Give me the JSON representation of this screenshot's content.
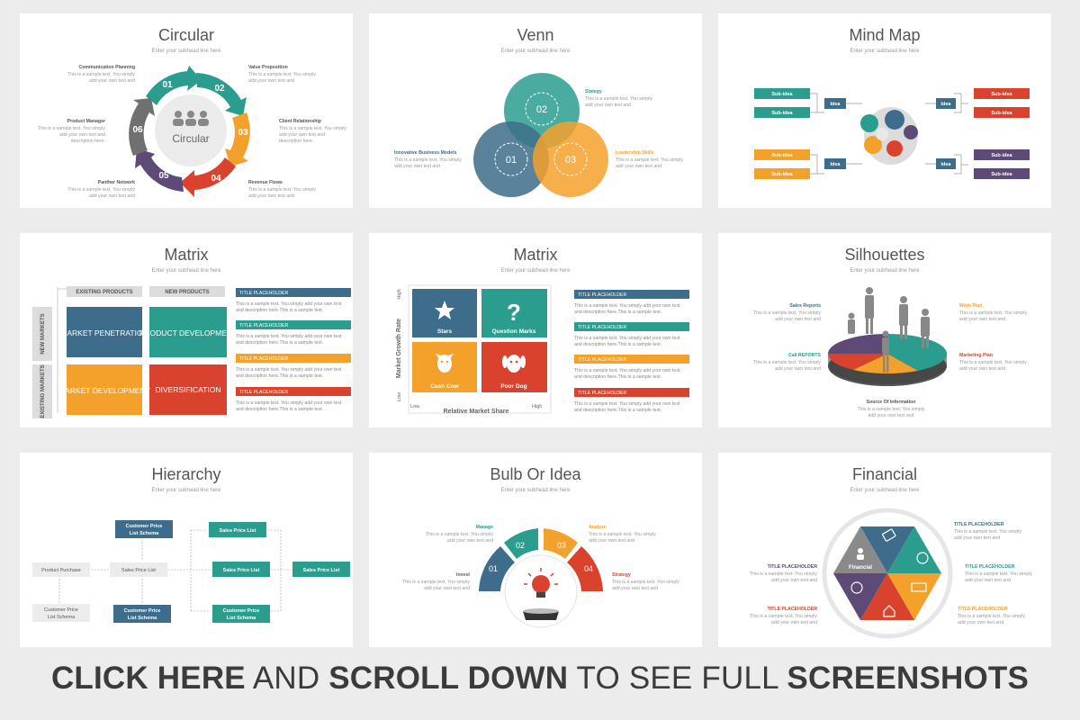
{
  "subhead": "Enter your subhead line here",
  "sample": "This is a sample text. You simply add your own text and description here.",
  "sample_line1": "This is a sample text. You simply",
  "sample_line2": "add your own text and",
  "sample_line3": "description here.",
  "colors": {
    "teal": "#2a9d8f",
    "blue": "#3d6d8a",
    "orange": "#f4a12c",
    "red": "#d9432e",
    "purple": "#5e4a76",
    "gray": "#8a8a8a",
    "text": "#555555"
  },
  "circular": {
    "title": "Circular",
    "center": "Circular",
    "steps": [
      "01",
      "02",
      "03",
      "04",
      "05",
      "06"
    ],
    "labels": [
      "Communication Planning",
      "Value Proposition",
      "Client Relationship",
      "Revenue Flows",
      "Panther Network",
      "Product Manager"
    ]
  },
  "venn": {
    "title": "Venn",
    "circles": [
      "02",
      "01",
      "03"
    ],
    "labels": [
      "Stategy",
      "Innovative Business Models",
      "Leadership Skills"
    ]
  },
  "mindmap": {
    "title": "Mind Map",
    "sub": "Sub-idea",
    "idea": "Idea"
  },
  "matrix1": {
    "title": "Matrix",
    "col_headers": [
      "EXISTING PRODUCTS",
      "NEW PRODUCTS"
    ],
    "row_headers": [
      "NEW MARKETS",
      "EXISTING MARKETS"
    ],
    "cells": [
      "MARKET PENETRATION",
      "PRODUCT DEVELOPMENT",
      "MARKET DEVELOPMENT",
      "DIVERSIFICATION"
    ],
    "placeholder": "TITLE PLACEHOLDER",
    "body_line1": "This is a sample text. You simply add your own text",
    "body_line2": "and description here.This is a sample text."
  },
  "matrix2": {
    "title": "Matrix",
    "cells": [
      "Stars",
      "Question Marks",
      "Cash Cow",
      "Poor Dog"
    ],
    "y_axis": "Market Growth Rate",
    "x_axis": "Relative Market Share",
    "high": "High",
    "low": "Low",
    "placeholder": "TITLE PLACEHOLDER",
    "body_line1": "This is a sample text. You simply add your own text",
    "body_line2": "and description here.This is a sample text."
  },
  "silhouettes": {
    "title": "Silhouettes",
    "labels": [
      "Sales Reports",
      "Work Plan",
      "Call REPORTS",
      "Marketing Plan",
      "Source Of Information"
    ]
  },
  "hierarchy": {
    "title": "Hierarchy",
    "nodes": {
      "top": "Customer Price List Schema",
      "top_l1": "Customer Price",
      "top_l2": "List Schema",
      "sales": "Sales Price List",
      "purchase": "Product Purchase",
      "cust_gray_l1": "Customer Price",
      "cust_gray_l2": "List Schema"
    }
  },
  "bulb": {
    "title": "Bulb Or Idea",
    "steps": [
      "01",
      "02",
      "03",
      "04"
    ],
    "labels": [
      "Manage",
      "Analyze",
      "Invest",
      "Strategy"
    ]
  },
  "financial": {
    "title": "Financial",
    "center": "Financial",
    "placeholder": "TITLE PLACEHOLDER"
  },
  "banner": {
    "part1": "CLICK HERE",
    "part2": " AND ",
    "part3": "SCROLL DOWN",
    "part4": " TO SEE FULL ",
    "part5": "SCREENSHOTS"
  }
}
